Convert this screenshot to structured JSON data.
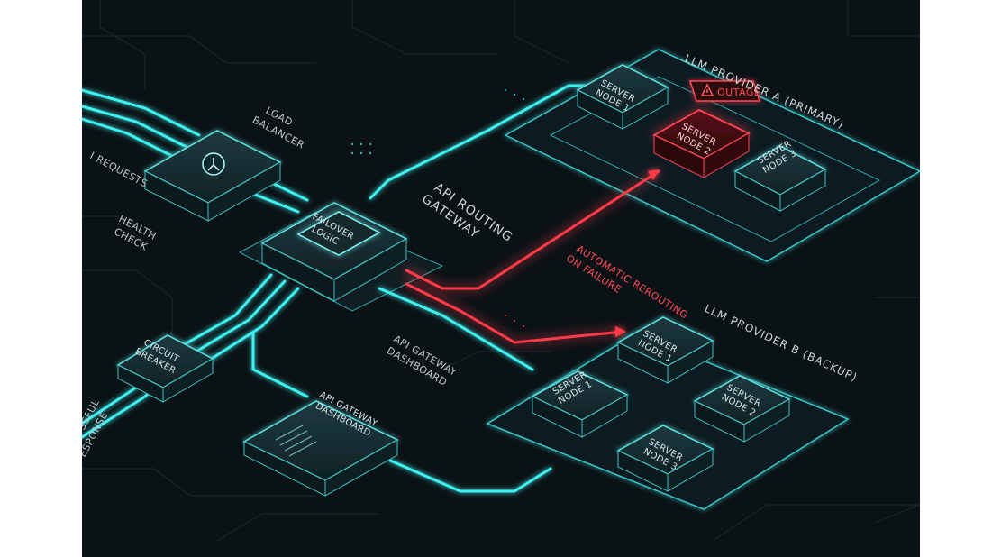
{
  "colors": {
    "background": "#0b1216",
    "primary_flow": "#3ff0f0",
    "failover_flow": "#ff3b4a",
    "panel_edge": "#5fe3e3"
  },
  "labels": {
    "requests": "I REQUESTS",
    "load_balancer_1": "LOAD",
    "load_balancer_2": "BALANCER",
    "health_check_1": "HEALTH",
    "health_check_2": "CHECK",
    "failover_logic_1": "FAILOVER",
    "failover_logic_2": "LOGIC",
    "gateway_1": "API ROUTING",
    "gateway_2": "GATEWAY",
    "circuit_breaker_1": "CIRCUIT",
    "circuit_breaker_2": "BREAKER",
    "response_1": "SSFUL",
    "response_2": "ESPONSE",
    "dashboard_floor_1": "API GATEWAY",
    "dashboard_floor_2": "DASHBOARD",
    "dashboard_1": "API GATEWAY",
    "dashboard_2": "DASHBOARD",
    "reroute_1": "AUTOMATIC REROUTING",
    "reroute_2": "ON FAILURE",
    "provider_a": "LLM PROVIDER A (PRIMARY)",
    "provider_b": "LLM PROVIDER B (BACKUP)",
    "outage": "OUTAGE"
  },
  "provider_a_nodes": [
    {
      "line1": "SERVER",
      "line2": "NODE 1",
      "status": "ok"
    },
    {
      "line1": "SERVER",
      "line2": "NODE 2",
      "status": "outage"
    },
    {
      "line1": "SERVER",
      "line2": "NODE 3",
      "status": "ok"
    }
  ],
  "provider_b_nodes": [
    {
      "line1": "SERVER",
      "line2": "NODE 1",
      "status": "ok"
    },
    {
      "line1": "SERVER",
      "line2": "NODE 1",
      "status": "ok"
    },
    {
      "line1": "SERVER",
      "line2": "NODE 2",
      "status": "ok"
    },
    {
      "line1": "SERVER",
      "line2": "NODE 3",
      "status": "ok"
    }
  ],
  "icons": {
    "load_balancer": "network-split-icon",
    "outage": "warning-triangle-icon"
  }
}
